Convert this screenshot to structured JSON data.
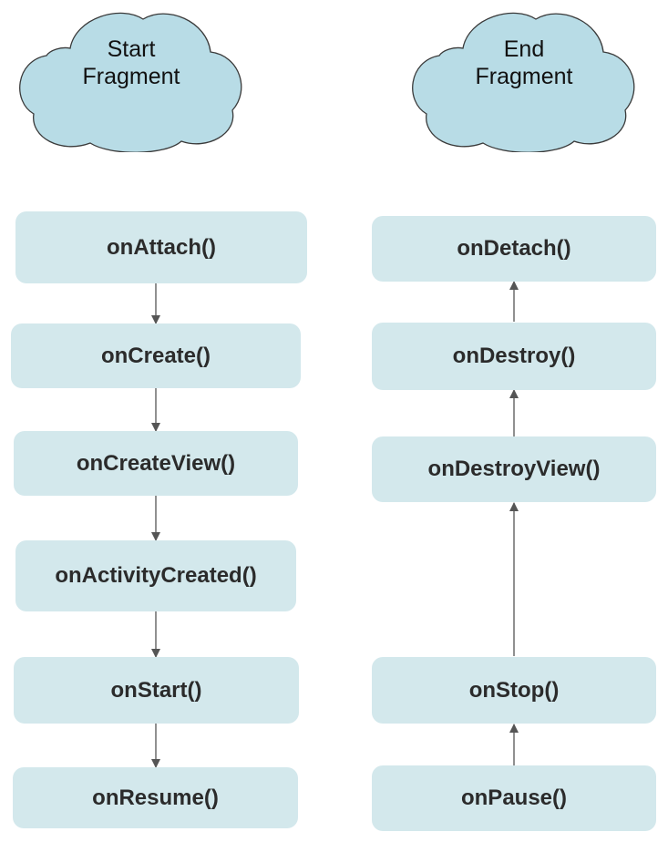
{
  "diagram": {
    "start_fragment": {
      "label": "Start\nFragment",
      "methods": [
        "onAttach()",
        "onCreate()",
        "onCreateView()",
        "onActivityCreated()",
        "onStart()",
        "onResume()"
      ]
    },
    "end_fragment": {
      "label": "End\nFragment",
      "methods": [
        "onDetach()",
        "onDestroy()",
        "onDestroyView()",
        "onStop()",
        "onPause()"
      ]
    }
  },
  "colors": {
    "cloud_fill": "#b8dce6",
    "cloud_stroke": "#3a3a3a",
    "node_fill": "#d3e8ec",
    "arrow": "#555555"
  }
}
